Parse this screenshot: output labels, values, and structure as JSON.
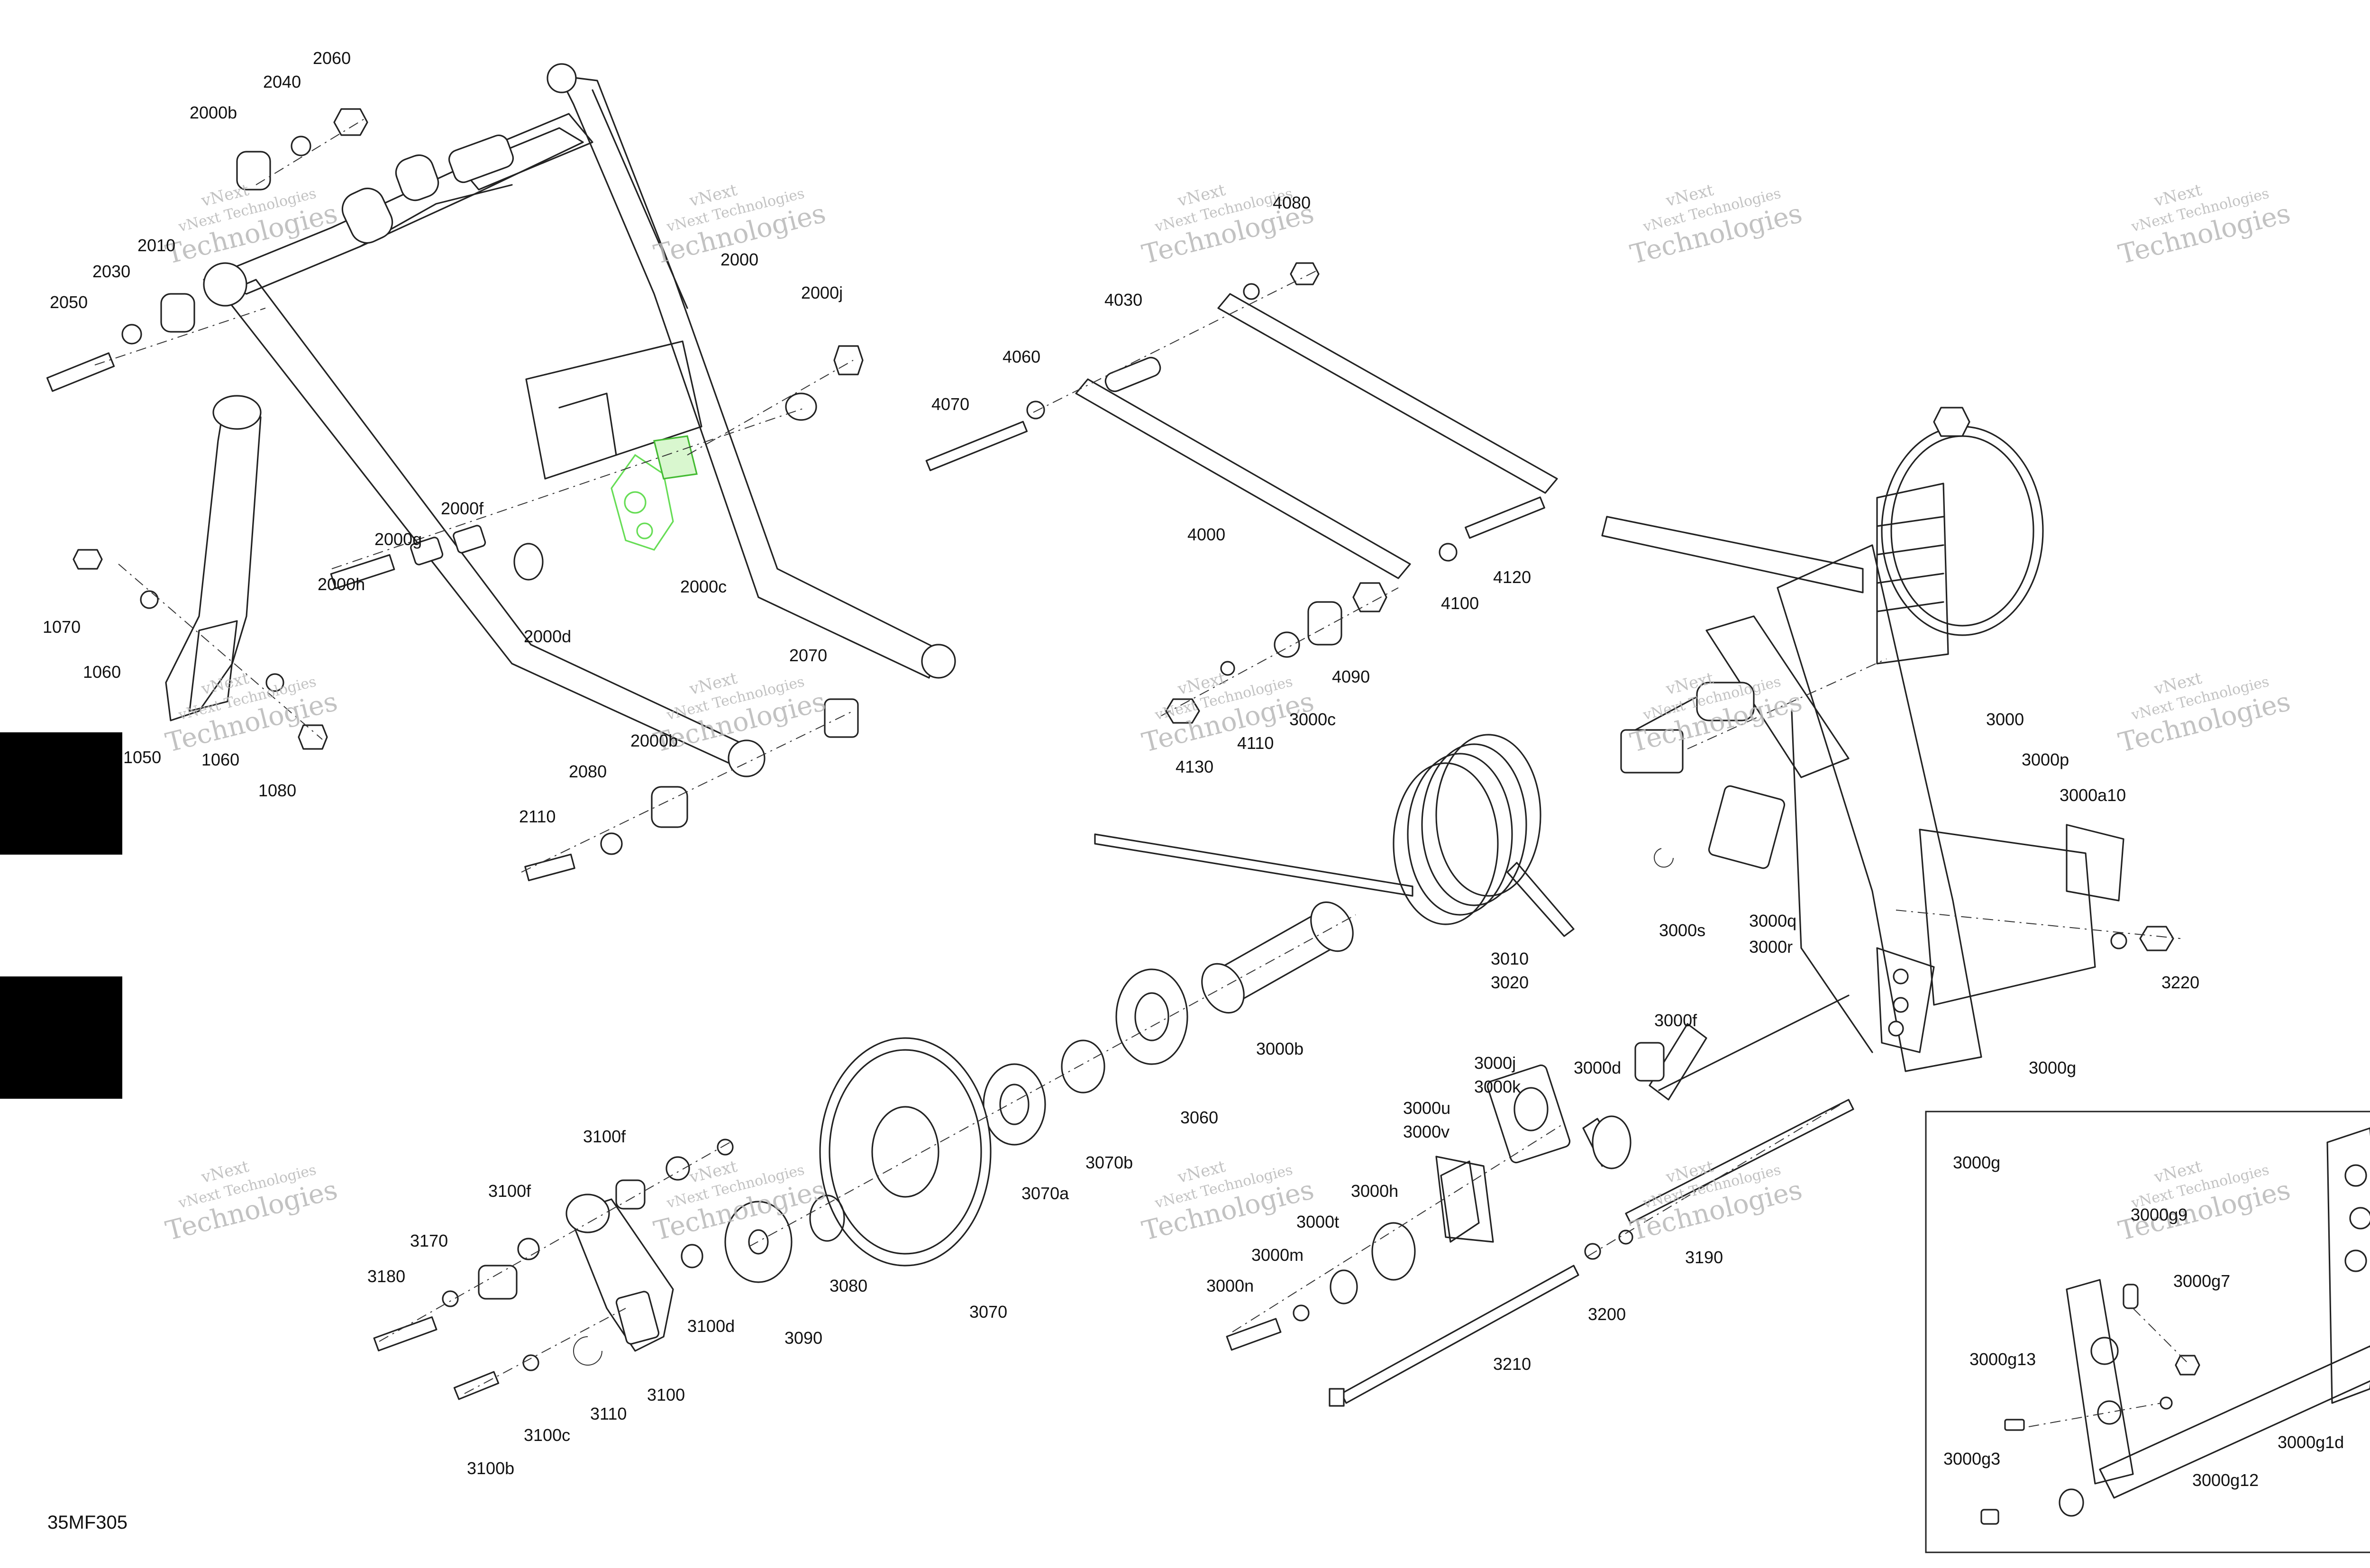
{
  "figure_id": "35MF305",
  "watermark": {
    "line1": "vNext",
    "line2": "Technologies",
    "line3": "vNext Technologies"
  },
  "colors": {
    "line": "#222222",
    "highlight": "#66dd55",
    "tab": "#000000",
    "watermark": "#b8b8b8"
  },
  "inset": {
    "title": "3000g"
  },
  "callouts": [
    "2060",
    "2040",
    "2000b",
    "2010",
    "2030",
    "2050",
    "2000",
    "2000j",
    "2000f",
    "2000g",
    "2000h",
    "2000d",
    "2000c",
    "1070",
    "1060",
    "1050",
    "1060",
    "1080",
    "2070",
    "2000b",
    "2080",
    "2110",
    "4080",
    "4030",
    "4060",
    "4070",
    "4000",
    "4100",
    "4120",
    "4090",
    "3000c",
    "4110",
    "4130",
    "3000",
    "3000p",
    "3000a10",
    "3000s",
    "3000q",
    "3000r",
    "3010",
    "3020",
    "3220",
    "3000g",
    "3000b",
    "3060",
    "3070b",
    "3070a",
    "3070",
    "3080",
    "3090",
    "3100d",
    "3100f",
    "3100f",
    "3170",
    "3180",
    "3100",
    "3110",
    "3100c",
    "3100b",
    "3000f",
    "3000d",
    "3000j",
    "3000k",
    "3000u",
    "3000v",
    "3000h",
    "3000t",
    "3000m",
    "3000n",
    "3190",
    "3200",
    "3210",
    "3000g",
    "3000g9",
    "3000g7",
    "3000g13",
    "3000g1d",
    "3000g3",
    "3000g12"
  ]
}
